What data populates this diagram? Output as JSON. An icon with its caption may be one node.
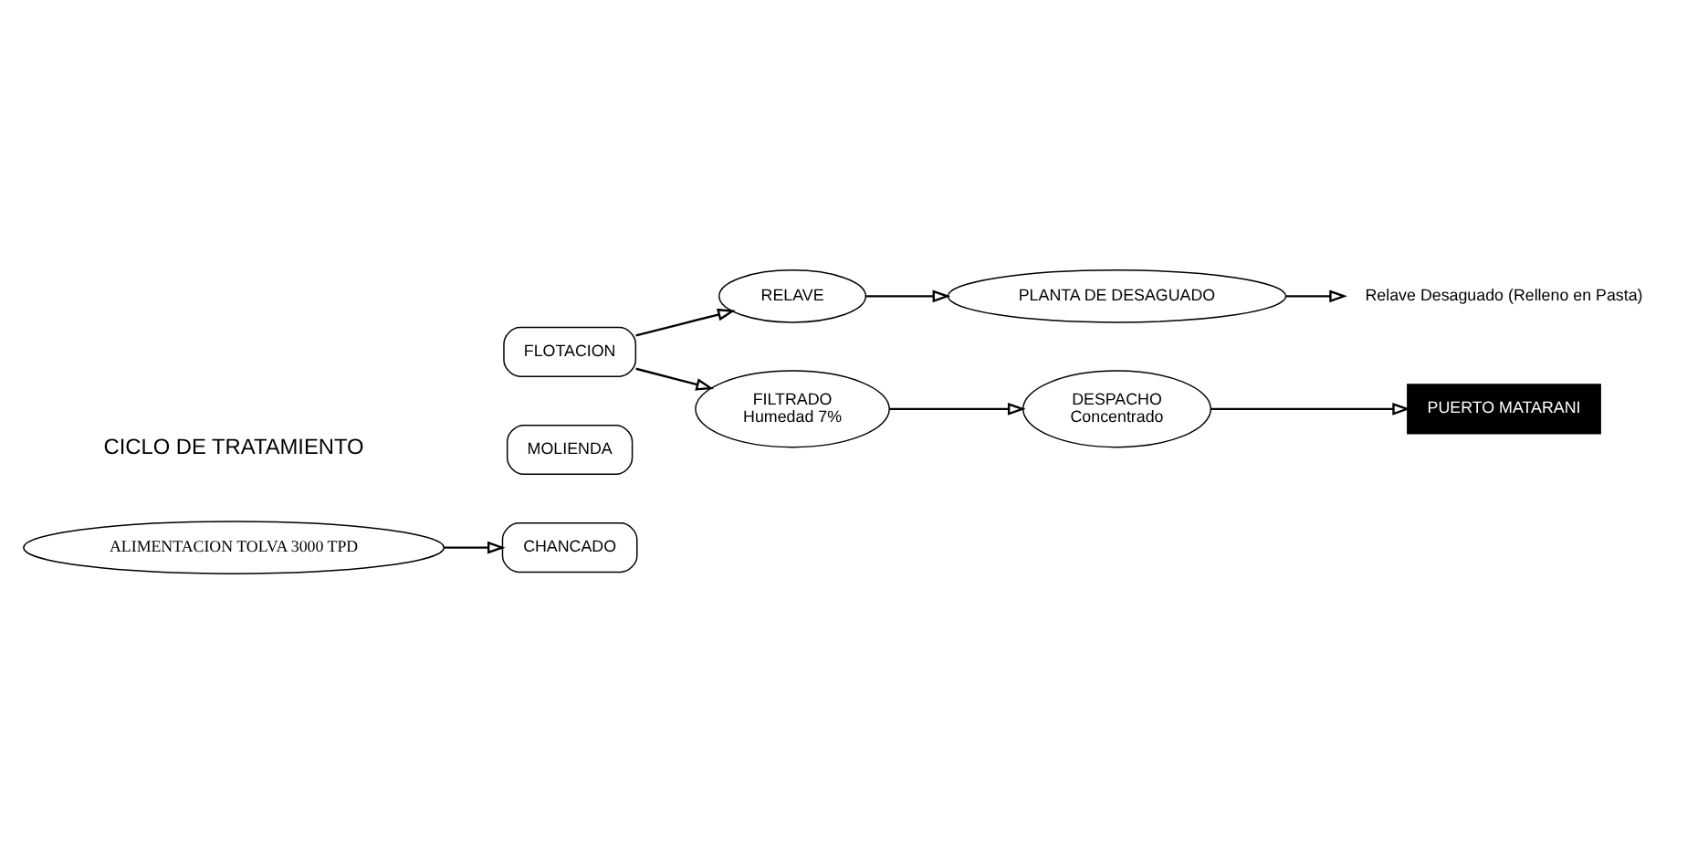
{
  "diagram": {
    "nodes": [
      {
        "text": [
          "ALIMENTACION TOLVA 3000 TPD"
        ]
      },
      {
        "text": [
          "CHANCADO"
        ]
      },
      {
        "text": [
          "MOLIENDA"
        ]
      },
      {
        "text": [
          "FLOTACION"
        ]
      },
      {
        "text": [
          "RELAVE"
        ]
      },
      {
        "text": [
          "PLANTA DE DESAGUADO"
        ]
      },
      {
        "text": [
          "Relave Desaguado (Relleno en Pasta)"
        ]
      },
      {
        "text": [
          "FILTRADO",
          "Humedad 7%"
        ]
      },
      {
        "text": [
          "DESPACHO",
          "Concentrado"
        ]
      },
      {
        "text": [
          "PUERTO MATARANI"
        ]
      }
    ],
    "edges": [
      {
        "from": 0,
        "to": 1,
        "arrow": "to"
      },
      {
        "from": 3,
        "to": 4,
        "arrow": "to"
      },
      {
        "from": 4,
        "to": 5,
        "arrow": "to"
      },
      {
        "from": 5,
        "to": 6,
        "arrow": "to"
      },
      {
        "from": 3,
        "to": 7,
        "arrow": "to"
      },
      {
        "from": 7,
        "to": 8,
        "arrow": "to"
      },
      {
        "from": 8,
        "to": 9,
        "arrow": "to"
      }
    ],
    "labels": [
      "CICLO DE TRATAMIENTO"
    ]
  }
}
